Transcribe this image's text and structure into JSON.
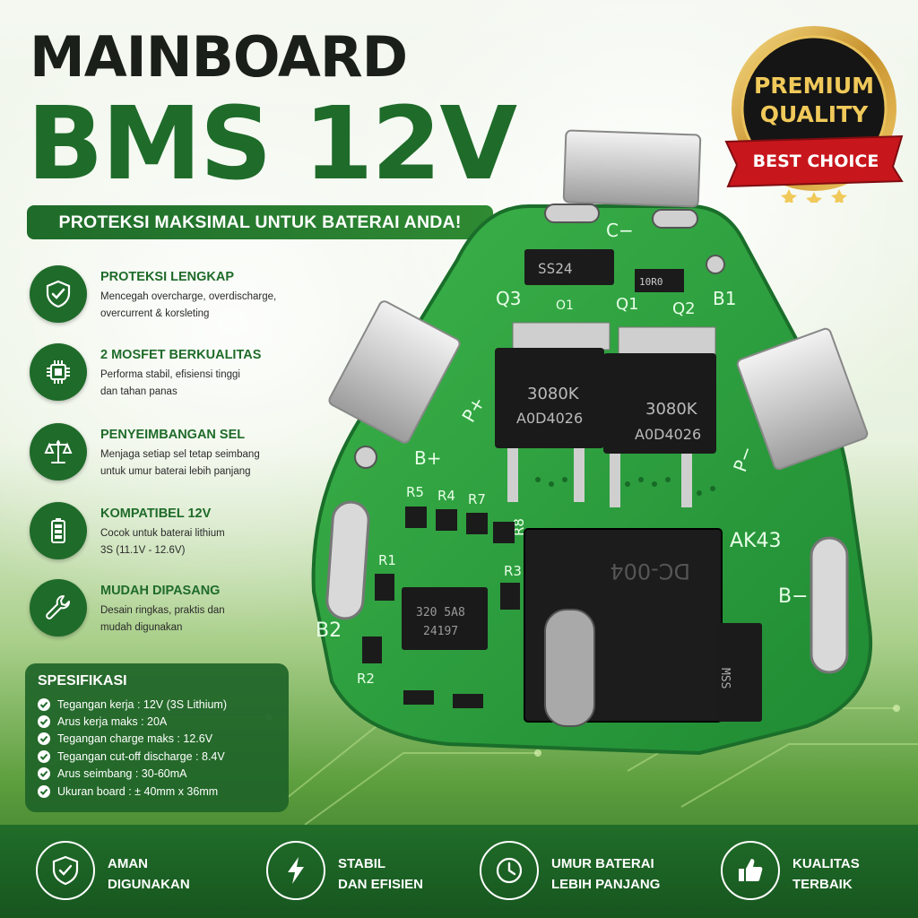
{
  "header": {
    "title_line1": "MAINBOARD",
    "title_line2": "BMS 12V",
    "subtitle": "PROTEKSI MAKSIMAL UNTUK BATERAI ANDA!"
  },
  "badge": {
    "line1": "PREMIUM",
    "line2": "QUALITY",
    "ribbon": "BEST CHOICE"
  },
  "features": [
    {
      "icon": "shield-check-icon",
      "title": "PROTEKSI LENGKAP",
      "desc_line1": "Mencegah overcharge, overdischarge,",
      "desc_line2": "overcurrent & korsleting"
    },
    {
      "icon": "chip-icon",
      "title": "2 MOSFET BERKUALITAS",
      "desc_line1": "Performa stabil, efisiensi tinggi",
      "desc_line2": "dan tahan panas"
    },
    {
      "icon": "balance-scale-icon",
      "title": "PENYEIMBANGAN SEL",
      "desc_line1": "Menjaga setiap sel tetap seimbang",
      "desc_line2": "untuk umur baterai lebih panjang"
    },
    {
      "icon": "battery-icon",
      "title": "KOMPATIBEL 12V",
      "desc_line1": "Cocok untuk baterai lithium",
      "desc_line2": "3S (11.1V - 12.6V)"
    },
    {
      "icon": "wrench-icon",
      "title": "MUDAH DIPASANG",
      "desc_line1": "Desain ringkas, praktis dan",
      "desc_line2": "mudah digunakan"
    }
  ],
  "specs": {
    "title": "SPESIFIKASI",
    "items": [
      "Tegangan kerja : 12V (3S Lithium)",
      "Arus kerja maks : 20A",
      "Tegangan charge maks : 12.6V",
      "Tegangan cut-off discharge : 8.4V",
      "Arus seimbang : 30-60mA",
      "Ukuran board : ± 40mm x 36mm"
    ]
  },
  "board_labels": {
    "c_minus": "C−",
    "q3": "Q3",
    "o1": "O1",
    "q1": "Q1",
    "q2": "Q2",
    "b1": "B1",
    "ss24": "SS24",
    "r10": "10R0",
    "p_plus": "P+",
    "b_plus": "B+",
    "p_minus": "P−",
    "mosfet_code1": "3080K",
    "mosfet_code2": "A0D4026",
    "r5": "R5",
    "r4": "R4",
    "r7": "R7",
    "r8": "R8",
    "r1": "R1",
    "r3": "R3",
    "r2": "R2",
    "ak43": "AK43",
    "b_minus": "B−",
    "b2": "B2",
    "dc004": "DC-004",
    "ic_code1": "320 5A8",
    "ic_code2": "24197",
    "mss": "MSS"
  },
  "footer": [
    {
      "icon": "shield-heart-icon",
      "label": "AMAN\nDIGUNAKAN"
    },
    {
      "icon": "lightning-icon",
      "label": "STABIL\nDAN EFISIEN"
    },
    {
      "icon": "clock-icon",
      "label": "UMUR BATERAI\nLEBIH PANJANG"
    },
    {
      "icon": "thumbs-up-icon",
      "label": "KUALITAS\nTERBAIK"
    }
  ],
  "colors": {
    "brand_green": "#1f6b2a",
    "pcb_green": "#2f9e3c",
    "title_dark": "#1a1f1a",
    "badge_gold": "#e2b74a",
    "ribbon_red": "#c8161d"
  }
}
